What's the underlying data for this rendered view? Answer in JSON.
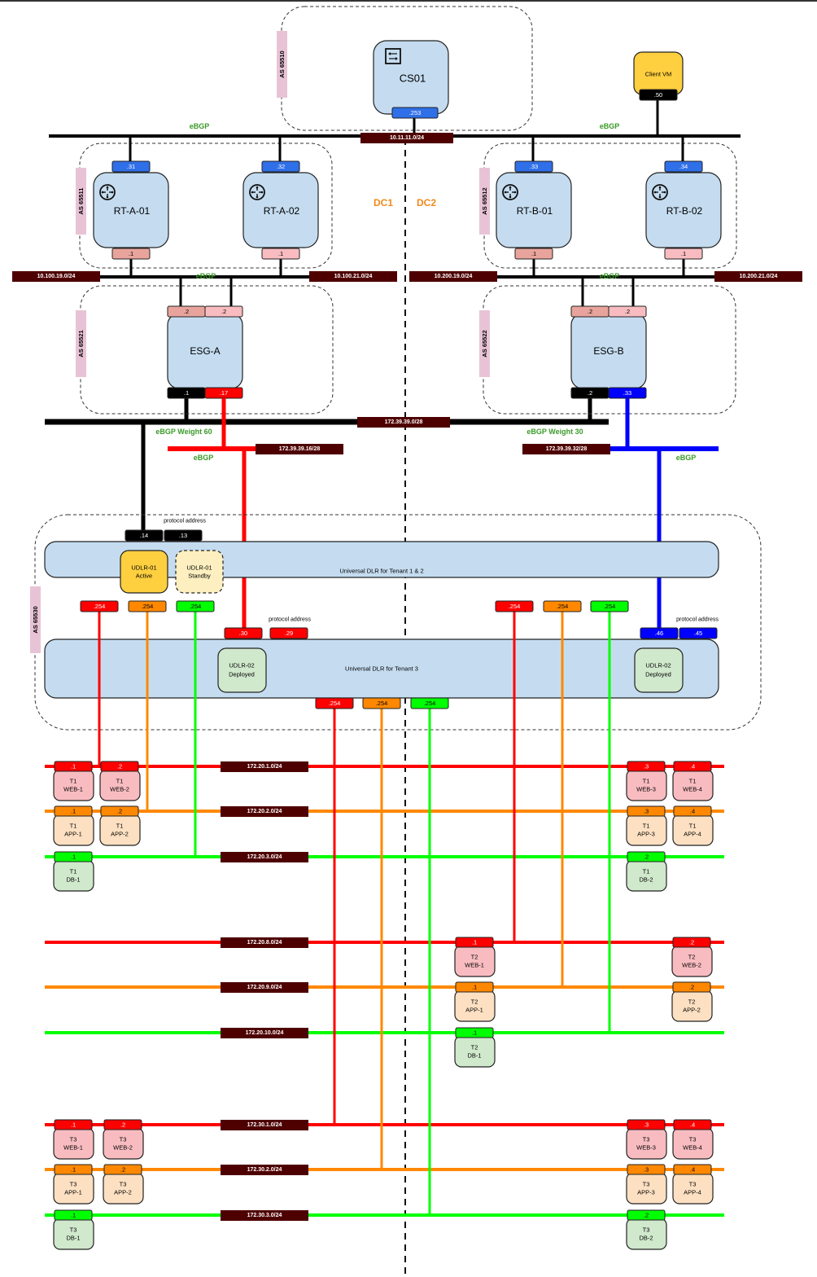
{
  "colors": {
    "node_fill": "#c5dcf0",
    "subnet_label_bg": "#4e0000",
    "web": "#ff0000",
    "app": "#ff8800",
    "db": "#00ff00",
    "transit_black": "#000000",
    "transit_red": "#ff0000",
    "transit_blue": "#0000ff",
    "uplink_port": "#2f6fe8",
    "ebgp_text": "#3a9a28",
    "dc_text": "#f08a1c",
    "as_label_bg": "#e8c3d6",
    "web_vm_fill": "#f8bcc0",
    "app_vm_fill": "#fde0c2",
    "db_vm_fill": "#d0e8cc",
    "active_fill": "#fecf3f",
    "standby_fill": "#fdefbf"
  },
  "datacenters": {
    "dc1": "DC1",
    "dc2": "DC2"
  },
  "core": {
    "name": "CS01",
    "icon": "switch-icon",
    "as": "AS 65510",
    "port": ".253",
    "subnet": "10.11.11.0/24",
    "ebgp_left": "eBGP",
    "ebgp_right": "eBGP"
  },
  "client_vm": {
    "name": "Client VM",
    "port": ".50"
  },
  "routers": {
    "dc1": {
      "as": "AS 65511",
      "items": [
        {
          "name": "RT-A-01",
          "icon": "router-icon",
          "uplink": ".31",
          "downlink": ".1"
        },
        {
          "name": "RT-A-02",
          "icon": "router-icon",
          "uplink": ".32",
          "downlink": ".1"
        }
      ],
      "subnet_left": "10.100.19.0/24",
      "subnet_right": "10.100.21.0/24",
      "ebgp": "eBGP"
    },
    "dc2": {
      "as": "AS 65512",
      "items": [
        {
          "name": "RT-B-01",
          "icon": "router-icon",
          "uplink": ".33",
          "downlink": ".1"
        },
        {
          "name": "RT-B-02",
          "icon": "router-icon",
          "uplink": ".34",
          "downlink": ".1"
        }
      ],
      "subnet_left": "10.200.19.0/24",
      "subnet_right": "10.200.21.0/24",
      "ebgp": "eBGP"
    }
  },
  "esgs": {
    "a": {
      "name": "ESG-A",
      "as": "AS 65521",
      "up1": ".2",
      "up2": ".2",
      "down_black": ".1",
      "down_color": ".17",
      "weight_label": "eBGP Weight 60",
      "ebgp": "eBGP",
      "subnet": "172.39.39.16/28"
    },
    "b": {
      "name": "ESG-B",
      "as": "AS 65522",
      "up1": ".2",
      "up2": ".2",
      "down_black": ".2",
      "down_color": ".33",
      "weight_label": "eBGP Weight 30",
      "ebgp": "eBGP",
      "subnet": "172.39.39.32/28"
    },
    "transit_subnet": "172.39.39.0/28"
  },
  "udlr": {
    "as": "AS 65530",
    "tenant12": {
      "label": "Universal DLR for Tenant 1 & 2",
      "protocol_label": "protocol address",
      "port_uplink": ".14",
      "port_protocol": ".13",
      "active": "UDLR-01\nActive",
      "active_l1": "UDLR-01",
      "active_l2": "Active",
      "standby_l1": "UDLR-01",
      "standby_l2": "Standby",
      "lifs_dc1": [
        ".254",
        ".254",
        ".254"
      ],
      "lifs_dc2": [
        ".254",
        ".254",
        ".254"
      ]
    },
    "tenant3": {
      "label": "Universal DLR for Tenant 3",
      "protocol_label_a": "protocol address",
      "protocol_label_b": "protocol address",
      "port_red_uplink": ".30",
      "port_red_protocol": ".29",
      "port_blue_uplink": ".46",
      "port_blue_protocol": ".45",
      "deployed_l1": "UDLR-02",
      "deployed_l2": "Deployed",
      "lifs": [
        ".254",
        ".254",
        ".254"
      ]
    }
  },
  "segments": [
    {
      "subnet": "172.20.1.0/24",
      "tier": "web"
    },
    {
      "subnet": "172.20.2.0/24",
      "tier": "app"
    },
    {
      "subnet": "172.20.3.0/24",
      "tier": "db"
    },
    {
      "subnet": "172.20.8.0/24",
      "tier": "web"
    },
    {
      "subnet": "172.20.9.0/24",
      "tier": "app"
    },
    {
      "subnet": "172.20.10.0/24",
      "tier": "db"
    },
    {
      "subnet": "172.30.1.0/24",
      "tier": "web"
    },
    {
      "subnet": "172.30.2.0/24",
      "tier": "app"
    },
    {
      "subnet": "172.30.3.0/24",
      "tier": "db"
    }
  ],
  "vms": [
    {
      "tenant": "T1",
      "name": "WEB-1",
      "ip": ".1",
      "tier": "web"
    },
    {
      "tenant": "T1",
      "name": "WEB-2",
      "ip": ".2",
      "tier": "web"
    },
    {
      "tenant": "T1",
      "name": "WEB-3",
      "ip": ".3",
      "tier": "web"
    },
    {
      "tenant": "T1",
      "name": "WEB-4",
      "ip": ".4",
      "tier": "web"
    },
    {
      "tenant": "T1",
      "name": "APP-1",
      "ip": ".1",
      "tier": "app"
    },
    {
      "tenant": "T1",
      "name": "APP-2",
      "ip": ".2",
      "tier": "app"
    },
    {
      "tenant": "T1",
      "name": "APP-3",
      "ip": ".3",
      "tier": "app"
    },
    {
      "tenant": "T1",
      "name": "APP-4",
      "ip": ".4",
      "tier": "app"
    },
    {
      "tenant": "T1",
      "name": "DB-1",
      "ip": ".1",
      "tier": "db"
    },
    {
      "tenant": "T1",
      "name": "DB-2",
      "ip": ".2",
      "tier": "db"
    },
    {
      "tenant": "T2",
      "name": "WEB-1",
      "ip": ".1",
      "tier": "web"
    },
    {
      "tenant": "T2",
      "name": "WEB-2",
      "ip": ".2",
      "tier": "web"
    },
    {
      "tenant": "T2",
      "name": "APP-1",
      "ip": ".1",
      "tier": "app"
    },
    {
      "tenant": "T2",
      "name": "APP-2",
      "ip": ".2",
      "tier": "app"
    },
    {
      "tenant": "T2",
      "name": "DB-1",
      "ip": ".1",
      "tier": "db"
    },
    {
      "tenant": "T3",
      "name": "WEB-1",
      "ip": ".1",
      "tier": "web"
    },
    {
      "tenant": "T3",
      "name": "WEB-2",
      "ip": ".2",
      "tier": "web"
    },
    {
      "tenant": "T3",
      "name": "WEB-3",
      "ip": ".3",
      "tier": "web"
    },
    {
      "tenant": "T3",
      "name": "WEB-4",
      "ip": ".4",
      "tier": "web"
    },
    {
      "tenant": "T3",
      "name": "APP-1",
      "ip": ".1",
      "tier": "app"
    },
    {
      "tenant": "T3",
      "name": "APP-2",
      "ip": ".2",
      "tier": "app"
    },
    {
      "tenant": "T3",
      "name": "APP-3",
      "ip": ".3",
      "tier": "app"
    },
    {
      "tenant": "T3",
      "name": "APP-4",
      "ip": ".4",
      "tier": "app"
    },
    {
      "tenant": "T3",
      "name": "DB-1",
      "ip": ".1",
      "tier": "db"
    },
    {
      "tenant": "T3",
      "name": "DB-2",
      "ip": ".2",
      "tier": "db"
    }
  ]
}
